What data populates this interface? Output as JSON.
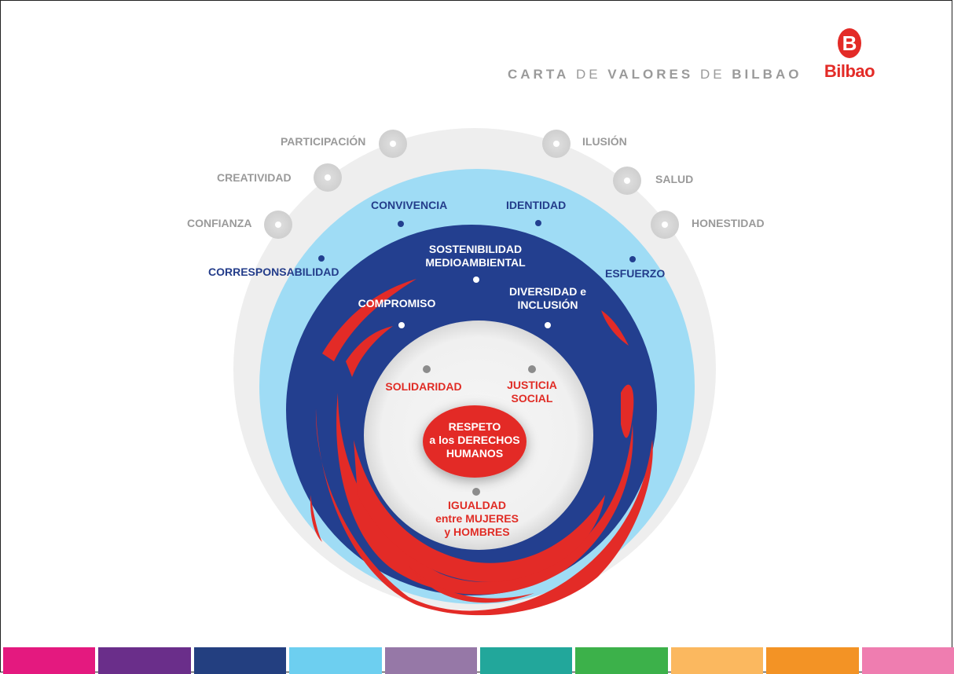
{
  "header": {
    "title_parts": [
      {
        "text": "CARTA",
        "weight": "strong"
      },
      {
        "text": " DE ",
        "weight": "light"
      },
      {
        "text": "VALORES",
        "weight": "strong"
      },
      {
        "text": " DE ",
        "weight": "light"
      },
      {
        "text": "BILBAO",
        "weight": "strong"
      }
    ],
    "logo_letter": "B",
    "logo_text": "Bilbao"
  },
  "diagram": {
    "outer_ring": [
      "PARTICIPACIÓN",
      "CREATIVIDAD",
      "CONFIANZA",
      "ILUSIÓN",
      "SALUD",
      "HONESTIDAD"
    ],
    "light_ring": [
      "CONVIVENCIA",
      "IDENTIDAD",
      "CORRESPONSABILIDAD",
      "ESFUERZO"
    ],
    "navy_ring": {
      "sostenibilidad": [
        "SOSTENIBILIDAD",
        "MEDIOAMBIENTAL"
      ],
      "compromiso": "COMPROMISO",
      "diversidad": [
        "DIVERSIDAD e",
        "INCLUSIÓN"
      ]
    },
    "inner_ring": {
      "solidaridad": "SOLIDARIDAD",
      "justicia": [
        "JUSTICIA",
        "SOCIAL"
      ],
      "igualdad": [
        "IGUALDAD",
        "entre MUJERES",
        "y HOMBRES"
      ]
    },
    "center": [
      "RESPETO",
      "a los DERECHOS",
      "HUMANOS"
    ]
  },
  "colors": {
    "outer_ring": "#eeeeee",
    "light_ring": "#9fdcf5",
    "navy_ring": "#233f8f",
    "inner": "#f3f3f3",
    "red": "#e32b27",
    "gray_text": "#9a9a9a"
  },
  "color_bars": [
    "#e4197f",
    "#6a2e8a",
    "#233f80",
    "#6dcff0",
    "#9678a7",
    "#22a79b",
    "#3cb14a",
    "#fbb85f",
    "#f39325",
    "#ef7db0"
  ]
}
